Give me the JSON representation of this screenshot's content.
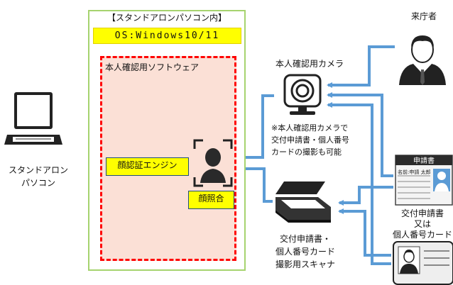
{
  "standalone_pc": {
    "title": "【スタンドアロンパソコン内】",
    "os": "OS:Windows10/11"
  },
  "software": {
    "title": "本人確認用ソフトウェア",
    "face_engine": "顔認証エンジン",
    "face_match": "顔照合"
  },
  "laptop": {
    "label_line1": "スタンドアロン",
    "label_line2": "パソコン"
  },
  "camera": {
    "title": "本人確認用カメラ",
    "note_line1": "※本人確認用カメラで",
    "note_line2": "交付申請書・個人番号",
    "note_line3": "カードの撮影も可能"
  },
  "scanner": {
    "label_line1": "交付申請書・",
    "label_line2": "個人番号カード",
    "label_line3": "撮影用スキャナ"
  },
  "visitor": {
    "label": "来庁者"
  },
  "form": {
    "header": "申請書",
    "row_label": "名前:申請 太郎",
    "label_line1": "交付申請書",
    "label_line2": "又は",
    "label_line3": "個人番号カード"
  },
  "colors": {
    "arrow": "#5b9bd5",
    "pc_border": "#a6d36f",
    "software_border": "#ff0000",
    "software_fill": "#fbe0d6",
    "highlight": "#ffff00"
  },
  "icons": {
    "laptop": "laptop-icon",
    "camera": "webcam-icon",
    "scanner": "flatbed-scanner-icon",
    "visitor": "person-icon",
    "face": "face-frame-icon",
    "form": "application-form-icon",
    "card": "id-card-icon"
  }
}
